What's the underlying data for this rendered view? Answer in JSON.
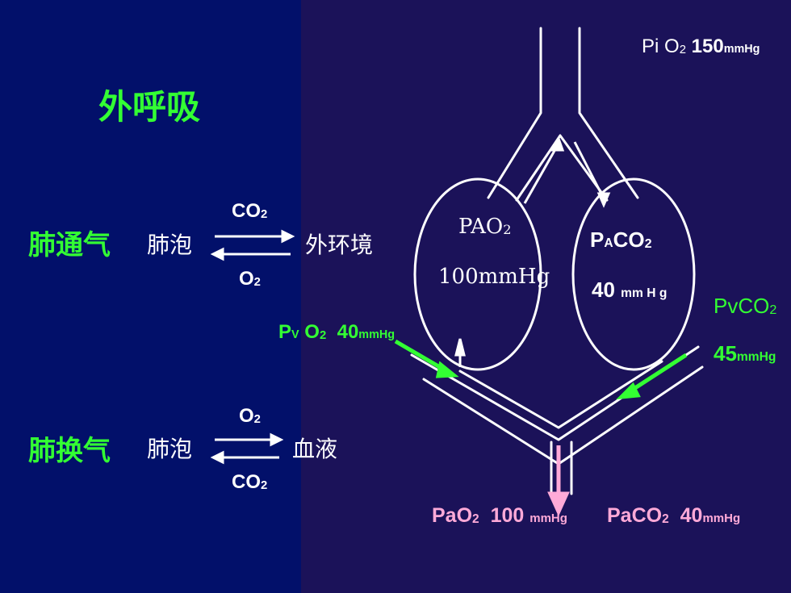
{
  "title": "外呼吸",
  "ventilation": {
    "label": "肺通气",
    "from": "肺泡",
    "to": "外环境",
    "upper_gas": "CO",
    "upper_sub": "2",
    "lower_gas": "O",
    "lower_sub": "2"
  },
  "exchange": {
    "label": "肺换气",
    "from": "肺泡",
    "to": "血液",
    "upper_gas": "O",
    "upper_sub": "2",
    "lower_gas": "CO",
    "lower_sub": "2"
  },
  "pi_o2": {
    "prefix": "Pi O",
    "sub": "2",
    "value": "150",
    "unit": "mmHg"
  },
  "alv_o2": {
    "label": "PAO",
    "sub": "2",
    "value": "100mmHg"
  },
  "alv_co2": {
    "label_p": "P",
    "label_a": "A",
    "label_gas": "CO",
    "sub": "2",
    "value": "40",
    "unit": "mm H g"
  },
  "pv_o2": {
    "p": "P",
    "v": "V",
    "gas": "O",
    "sub": "2",
    "value": "40",
    "unit": "mmHg"
  },
  "pv_co2": {
    "label": "PvCO",
    "sub": "2",
    "value": "45",
    "unit": "mmHg"
  },
  "pa_o2": {
    "label": "PaO",
    "sub": "2",
    "value": "100",
    "unit": "mmHg"
  },
  "pa_co2": {
    "label": "PaCO",
    "sub": "2",
    "value": "40",
    "unit": "mmHg"
  },
  "colors": {
    "left_bg": "#02106a",
    "right_bg": "#1b1259",
    "accent_green": "#33ff33",
    "pink": "#ffaad8",
    "line": "#ffffff"
  }
}
